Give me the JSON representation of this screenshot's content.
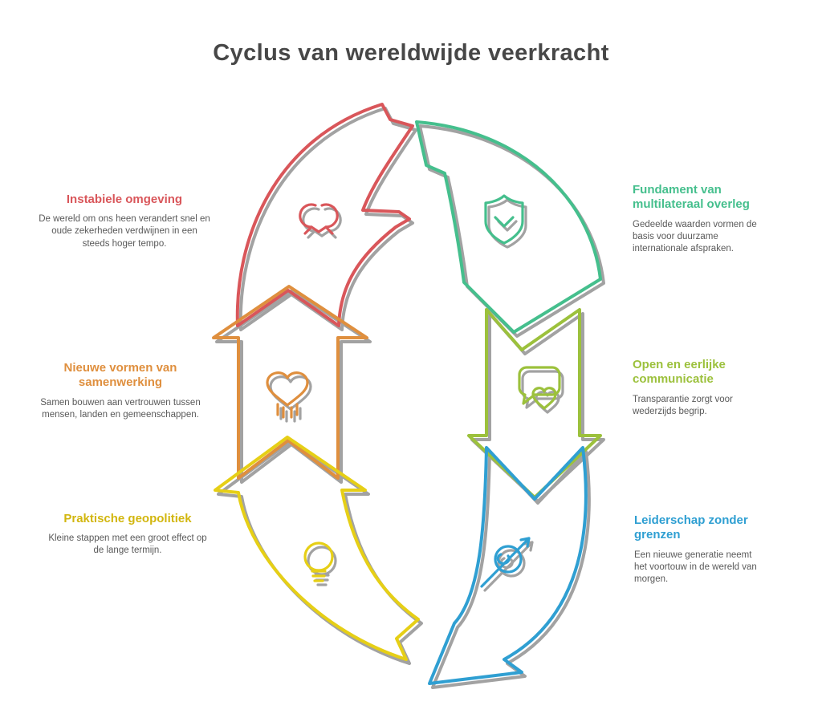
{
  "title": "Cyclus van wereldwijde veerkracht",
  "colors": {
    "red": "#d9565a",
    "orange": "#df8f3e",
    "yellow": "#e6cf16",
    "green": "#45bf8d",
    "olive": "#9cc13c",
    "blue": "#2f9fd2",
    "shadow": "#a2a2a2",
    "title_text": "#474747",
    "body_text": "#595959"
  },
  "steps": [
    {
      "id": "left-top",
      "heading": "Instabiele omgeving",
      "body": "De wereld om ons heen verandert snel en oude zekerheden verdwijnen in een steeds hoger tempo.",
      "color": "#d9565a",
      "icon": "exchange-icon"
    },
    {
      "id": "left-middle",
      "heading": "Nieuwe vormen van samenwerking",
      "body": "Samen bouwen aan vertrouwen tussen mensen, landen en gemeenschappen.",
      "color": "#df8f3e",
      "icon": "heart-hands-icon"
    },
    {
      "id": "left-bottom",
      "heading": "Praktische geopolitiek",
      "body": "Kleine stappen met een groot effect op de lange termijn.",
      "color": "#d2b60e",
      "icon": "lightbulb-icon"
    },
    {
      "id": "right-top",
      "heading": "Fundament van multilateraal overleg",
      "body": "Gedeelde waarden vormen de basis voor duurzame internationale afspraken.",
      "color": "#45bf8d",
      "icon": "shield-icon"
    },
    {
      "id": "right-middle",
      "heading": "Open en eerlijke communicatie",
      "body": "Transparantie zorgt voor wederzijds begrip.",
      "color": "#9cc13c",
      "icon": "chat-heart-icon"
    },
    {
      "id": "right-bottom",
      "heading": "Leiderschap zonder grenzen",
      "body": "Een nieuwe generatie neemt het voortouw in de wereld van morgen.",
      "color": "#2f9fd2",
      "icon": "globe-arrow-icon"
    }
  ]
}
